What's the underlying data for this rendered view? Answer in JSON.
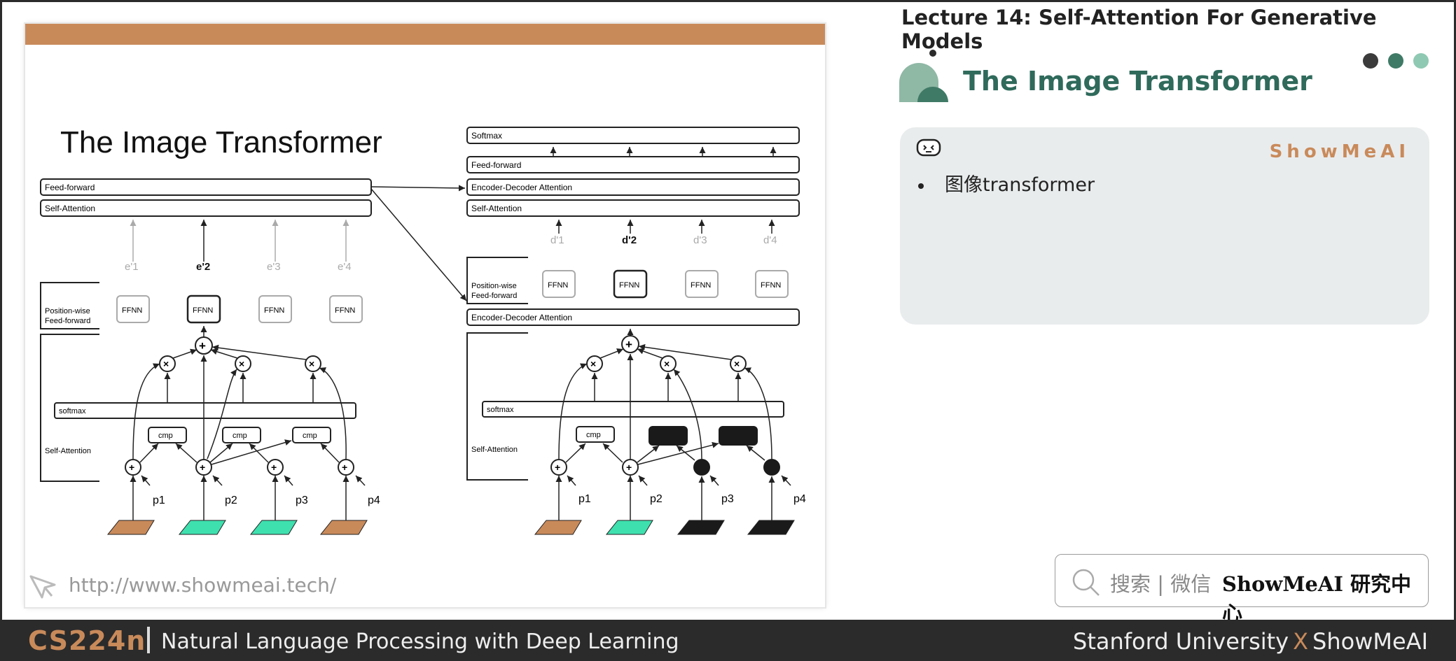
{
  "header": {
    "lecture_title": "Lecture 14:  Self-Attention For Generative Models",
    "section_title": "The Image Transformer",
    "dot_colors": [
      "#3b3b3b",
      "#3f7a66",
      "#8fc9b3"
    ]
  },
  "slide": {
    "title": "The Image Transformer",
    "url": "http://www.showmeai.tech/",
    "encoder": {
      "feed_forward": "Feed-forward",
      "self_attention": "Self-Attention",
      "outputs": [
        "e'1",
        "e'2",
        "e'3",
        "e'4"
      ],
      "ffnn": "FFNN",
      "bracket_ff": [
        "Position-wise",
        "Feed-forward"
      ],
      "bracket_sa": "Self-Attention",
      "softmax": "softmax",
      "cmp": "cmp",
      "positions": [
        "p1",
        "p2",
        "p3",
        "p4"
      ]
    },
    "decoder": {
      "softmax_top": "Softmax",
      "feed_forward": "Feed-forward",
      "enc_dec_attention": "Encoder-Decoder Attention",
      "self_attention": "Self-Attention",
      "outputs": [
        "d'1",
        "d'2",
        "d'3",
        "d'4"
      ],
      "ffnn": "FFNN",
      "bracket_ff": [
        "Position-wise",
        "Feed-forward"
      ],
      "enc_dec_attention_lower": "Encoder-Decoder Attention",
      "bracket_sa": "Self-Attention",
      "softmax": "softmax",
      "cmp": "cmp",
      "positions": [
        "p1",
        "p2",
        "p3",
        "p4"
      ]
    },
    "colors": {
      "accent_bar": "#c98a5a",
      "pixel_orange": "#c98a5a",
      "pixel_teal": "#3ee0ae",
      "pixel_black": "#1a1a1a"
    }
  },
  "card": {
    "brand": "ShowMeAI",
    "bullet": "图像transformer"
  },
  "search": {
    "hint": "搜索 | 微信",
    "brand": "ShowMeAI 研究中心"
  },
  "footer": {
    "course": "CS224n",
    "subtitle": "Natural Language Processing with Deep Learning",
    "left": "Stanford University",
    "x": "X",
    "right": "ShowMeAI"
  }
}
